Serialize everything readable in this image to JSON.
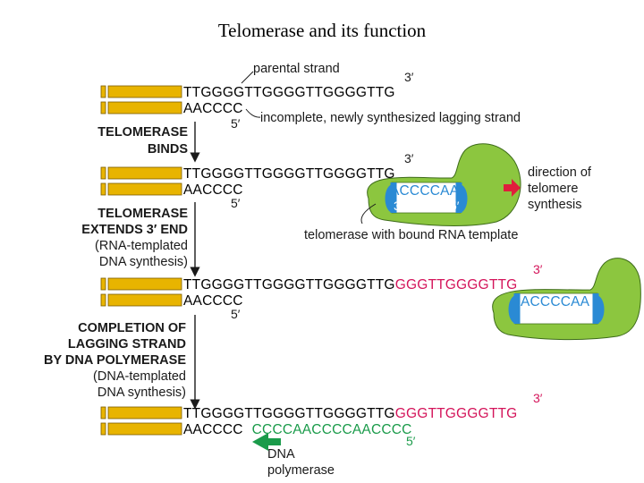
{
  "title": "Telomerase and its function",
  "colors": {
    "strand_fill": "#e8b400",
    "strand_stroke": "#7a5c00",
    "enzyme_green": "#8cc63f",
    "rna_blue": "#2a8ad4",
    "new_dna_magenta": "#d4145a",
    "polymerase_green": "#1a9b4a",
    "arrow_red": "#e01e3c",
    "text_dark": "#1a1a1a"
  },
  "labels": {
    "parental_strand": "parental strand",
    "incomplete_strand": "incomplete, newly synthesized lagging strand",
    "direction_line1": "direction of",
    "direction_line2": "telomere",
    "direction_line3": "synthesis",
    "telomerase_template": "telomerase with bound RNA template",
    "dna_polymerase_line1": "DNA",
    "dna_polymerase_line2": "polymerase"
  },
  "steps": {
    "binds": [
      "TELOMERASE",
      "BINDS"
    ],
    "extends": [
      "TELOMERASE",
      "EXTENDS 3′ END",
      "(RNA-templated",
      "DNA synthesis)"
    ],
    "completion": [
      "COMPLETION OF",
      "LAGGING STRAND",
      "BY DNA POLYMERASE",
      "(DNA-templated",
      "DNA synthesis)"
    ]
  },
  "primes": {
    "three": "3′",
    "five": "5′"
  },
  "sequences": {
    "top_strand": "TTGGGGTTGGGGTTGGGGTTG",
    "bottom_strand": "AACCCC",
    "rna_template": "ACCCCAA",
    "extension": "GGGTTGGGGTTG",
    "polymerase_fill": "CCCCAACCCCAACCCC"
  },
  "icons": {
    "enzyme": "telomerase-enzyme-icon",
    "direction_arrow": "red-arrow-right-icon",
    "polymerase_arrow": "green-arrow-left-icon"
  }
}
